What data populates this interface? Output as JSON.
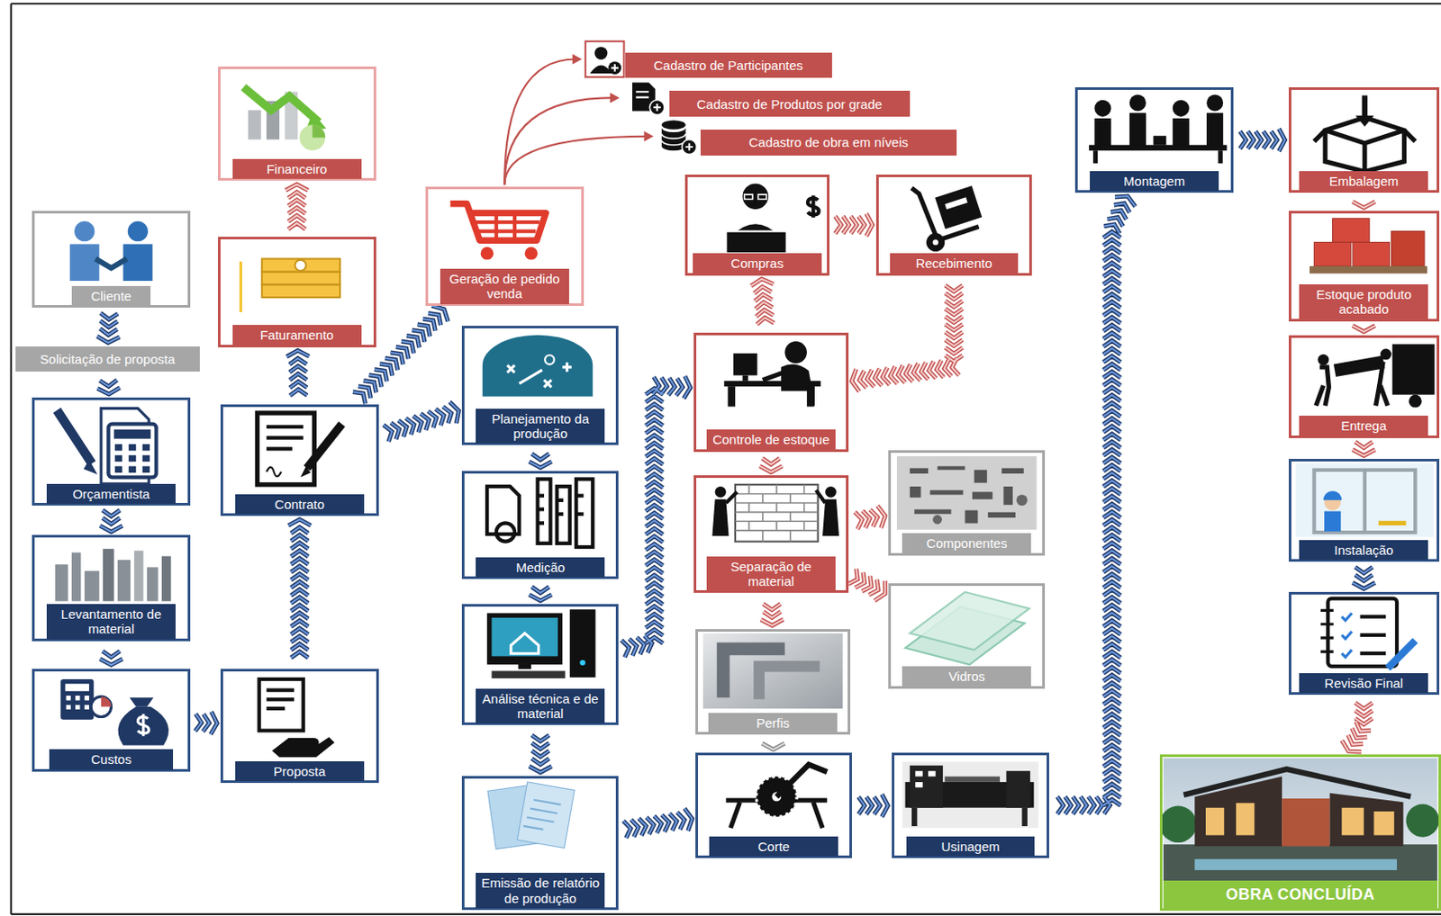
{
  "diagram": {
    "nodes": [
      {
        "text": [
          "Cliente"
        ]
      },
      {
        "text": [
          "Solicitação de proposta"
        ]
      },
      {
        "text": [
          "Orçamentista"
        ]
      },
      {
        "text": [
          "Levantamento de material"
        ]
      },
      {
        "text": [
          "Custos"
        ]
      },
      {
        "text": [
          "Proposta"
        ]
      },
      {
        "text": [
          "Contrato"
        ]
      },
      {
        "text": [
          "Faturamento"
        ]
      },
      {
        "text": [
          "Financeiro"
        ]
      },
      {
        "text": [
          "Geração de pedido venda"
        ]
      },
      {
        "text": [
          "Cadastro de Participantes"
        ]
      },
      {
        "text": [
          "Cadastro de Produtos por grade"
        ]
      },
      {
        "text": [
          "Cadastro de obra em níveis"
        ]
      },
      {
        "text": [
          "Planejamento da produção"
        ]
      },
      {
        "text": [
          "Medição"
        ]
      },
      {
        "text": [
          "Análise técnica e de material"
        ]
      },
      {
        "text": [
          "Emissão de relatório de produção"
        ]
      },
      {
        "text": [
          "Compras"
        ]
      },
      {
        "text": [
          "Recebimento"
        ]
      },
      {
        "text": [
          "Controle de estoque"
        ]
      },
      {
        "text": [
          "Separação de material"
        ]
      },
      {
        "text": [
          "Componentes"
        ]
      },
      {
        "text": [
          "Vidros"
        ]
      },
      {
        "text": [
          "Perfis"
        ]
      },
      {
        "text": [
          "Corte"
        ]
      },
      {
        "text": [
          "Usinagem"
        ]
      },
      {
        "text": [
          "Montagem"
        ]
      },
      {
        "text": [
          "Embalagem"
        ]
      },
      {
        "text": [
          "Estoque produto acabado"
        ]
      },
      {
        "text": [
          "Entrega"
        ]
      },
      {
        "text": [
          "Instalação"
        ]
      },
      {
        "text": [
          "Revisão Final"
        ]
      },
      {
        "text": [
          "OBRA CONCLUÍDA"
        ]
      }
    ],
    "edges": [
      {
        "from": 0,
        "to": 1,
        "arrow": "to"
      },
      {
        "from": 1,
        "to": 2,
        "arrow": "to"
      },
      {
        "from": 2,
        "to": 3,
        "arrow": "to"
      },
      {
        "from": 3,
        "to": 4,
        "arrow": "to"
      },
      {
        "from": 4,
        "to": 5,
        "arrow": "to"
      },
      {
        "from": 5,
        "to": 6,
        "arrow": "to"
      },
      {
        "from": 6,
        "to": 7,
        "arrow": "to"
      },
      {
        "from": 7,
        "to": 8,
        "arrow": "to"
      },
      {
        "from": 6,
        "to": 9,
        "arrow": "to"
      },
      {
        "from": 6,
        "to": 13,
        "arrow": "to"
      },
      {
        "from": 9,
        "to": 10,
        "arrow": "to"
      },
      {
        "from": 9,
        "to": 11,
        "arrow": "to"
      },
      {
        "from": 9,
        "to": 12,
        "arrow": "to"
      },
      {
        "from": 13,
        "to": 14,
        "arrow": "to"
      },
      {
        "from": 14,
        "to": 15,
        "arrow": "to"
      },
      {
        "from": 15,
        "to": 16,
        "arrow": "to"
      },
      {
        "from": 15,
        "to": 19,
        "arrow": "to"
      },
      {
        "from": 19,
        "to": 17,
        "arrow": "to"
      },
      {
        "from": 17,
        "to": 18,
        "arrow": "to"
      },
      {
        "from": 18,
        "to": 19,
        "arrow": "to"
      },
      {
        "from": 19,
        "to": 20,
        "arrow": "to"
      },
      {
        "from": 20,
        "to": 21,
        "arrow": "to"
      },
      {
        "from": 20,
        "to": 22,
        "arrow": "to"
      },
      {
        "from": 20,
        "to": 23,
        "arrow": "to"
      },
      {
        "from": 23,
        "to": 24,
        "arrow": "to"
      },
      {
        "from": 16,
        "to": 24,
        "arrow": "to"
      },
      {
        "from": 24,
        "to": 25,
        "arrow": "to"
      },
      {
        "from": 25,
        "to": 26,
        "arrow": "to"
      },
      {
        "from": 26,
        "to": 27,
        "arrow": "to"
      },
      {
        "from": 27,
        "to": 28,
        "arrow": "to"
      },
      {
        "from": 28,
        "to": 29,
        "arrow": "to"
      },
      {
        "from": 29,
        "to": 30,
        "arrow": "to"
      },
      {
        "from": 30,
        "to": 31,
        "arrow": "to"
      },
      {
        "from": 31,
        "to": 32,
        "arrow": "to"
      }
    ]
  }
}
